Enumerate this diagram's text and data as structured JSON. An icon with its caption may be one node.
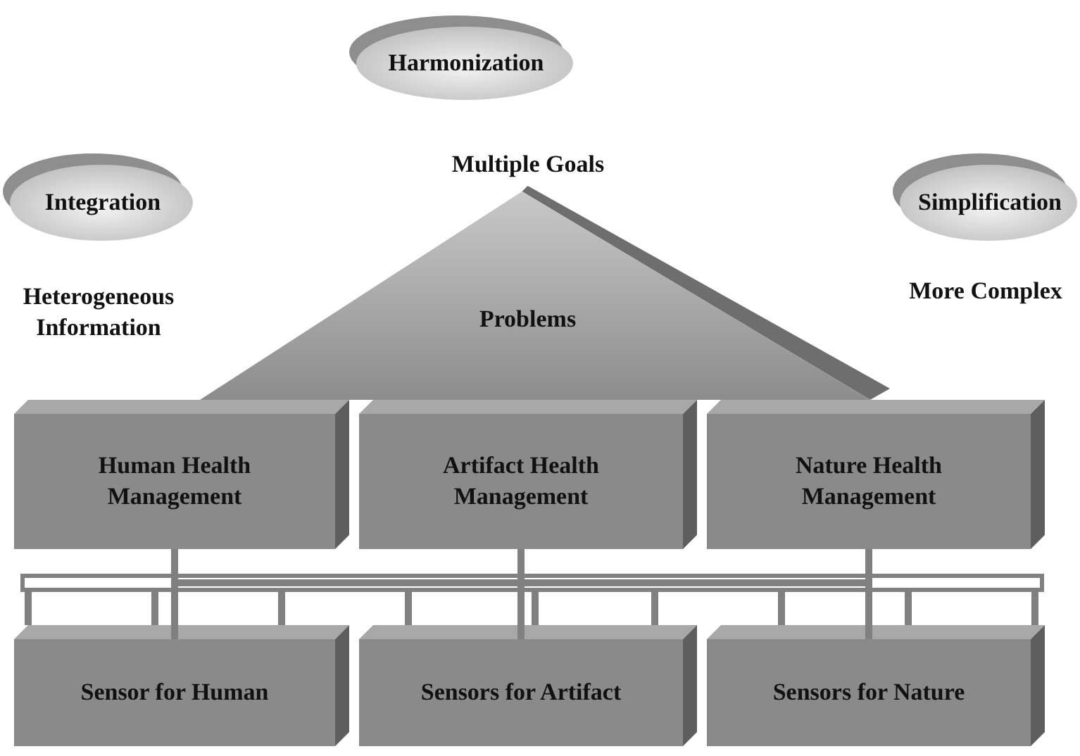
{
  "diagram": {
    "nodes": [
      {
        "text": [
          "Harmonization"
        ]
      },
      {
        "text": [
          "Integration"
        ]
      },
      {
        "text": [
          "Simplification"
        ]
      },
      {
        "text": [
          "Problems"
        ]
      },
      {
        "text": [
          "Human Health Management"
        ]
      },
      {
        "text": [
          "Artifact Health Management"
        ]
      },
      {
        "text": [
          "Nature Health Management"
        ]
      },
      {
        "text": [
          "Sensor for Human"
        ]
      },
      {
        "text": [
          "Sensors for Artifact"
        ]
      },
      {
        "text": [
          "Sensors for Nature"
        ]
      }
    ],
    "edges": [
      {
        "from": 4,
        "to": 7,
        "arrow": "none"
      },
      {
        "from": 4,
        "to": 8,
        "arrow": "none"
      },
      {
        "from": 4,
        "to": 9,
        "arrow": "none"
      },
      {
        "from": 5,
        "to": 7,
        "arrow": "none"
      },
      {
        "from": 5,
        "to": 8,
        "arrow": "none"
      },
      {
        "from": 5,
        "to": 9,
        "arrow": "none"
      },
      {
        "from": 6,
        "to": 7,
        "arrow": "none"
      },
      {
        "from": 6,
        "to": 8,
        "arrow": "none"
      },
      {
        "from": 6,
        "to": 9,
        "arrow": "none"
      }
    ],
    "labels": [
      "Multiple Goals",
      "Heterogeneous Information",
      "More Complex"
    ]
  }
}
